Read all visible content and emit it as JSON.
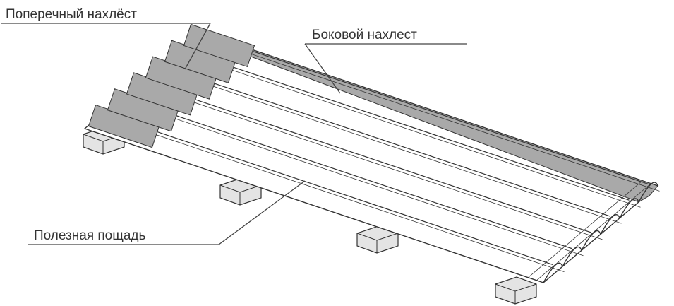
{
  "labels": {
    "transverse_overlap": "Поперечный нахлёст",
    "side_overlap": "Боковой нахлест",
    "useful_area": "Полезная пощадь"
  },
  "colors": {
    "overlap_fill": "#a9a9a9",
    "sheet_fill": "#ffffff",
    "line": "#333333",
    "beam_fill": "#e4e4e4"
  }
}
